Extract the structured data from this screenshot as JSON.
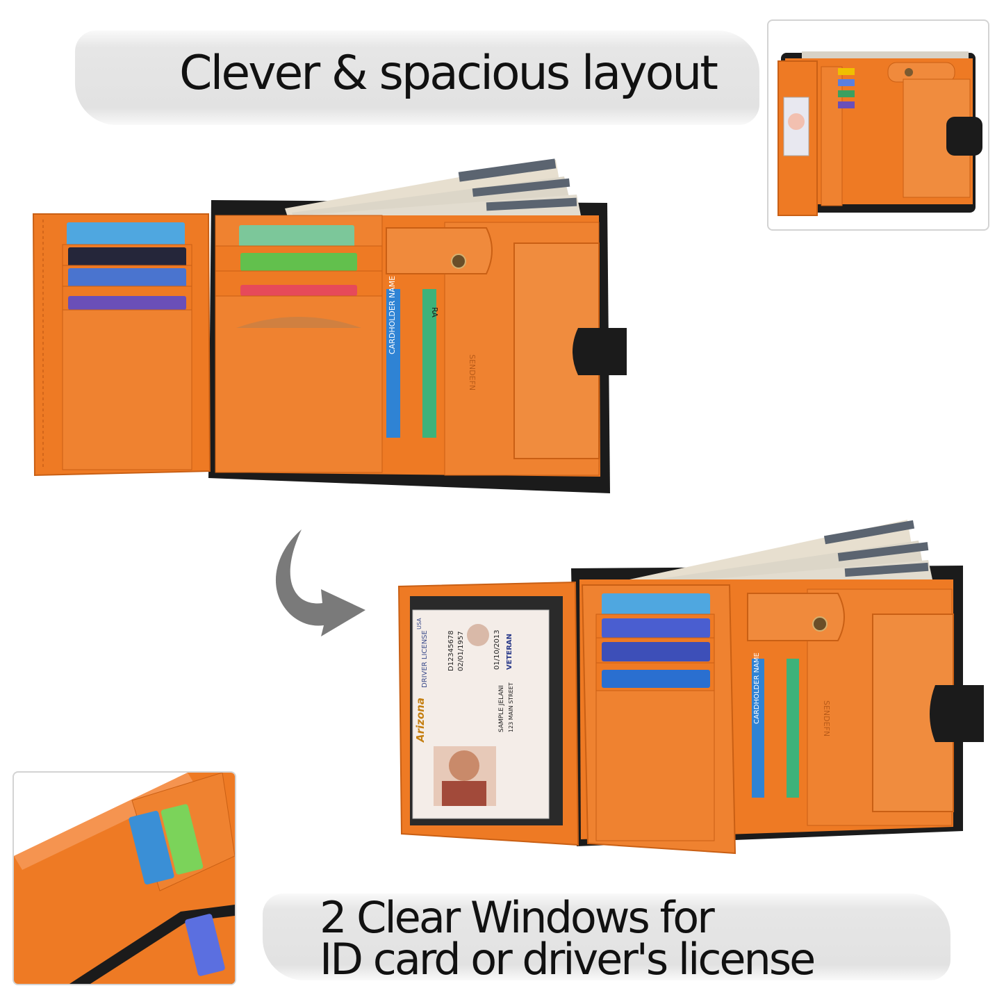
{
  "top_heading": "Clever & spacious layout",
  "bottom_heading": {
    "line1": "2 Clear Windows for",
    "line2": "ID card or driver's license"
  },
  "wallet_brand": "SENDEFN",
  "card_text": {
    "cardholder": "CARDHOLDER NAME",
    "ra": "RA",
    "license_state": "Arizona",
    "license_type": "DRIVER LICENSE",
    "license_country": "USA",
    "license_number": "D12345678",
    "license_dob": "02/01/1957",
    "license_exp": "01/10/2013",
    "license_name": "SAMPLE JELANI",
    "license_address": "123 MAIN STREET",
    "license_veteran": "VETERAN"
  },
  "colors": {
    "orange": "#ee7a24",
    "orange_dark": "#d9661a",
    "leather_black": "#1b1b1b",
    "arrow_gray": "#7a7a7a",
    "banner_gray": "#e3e3e3"
  }
}
